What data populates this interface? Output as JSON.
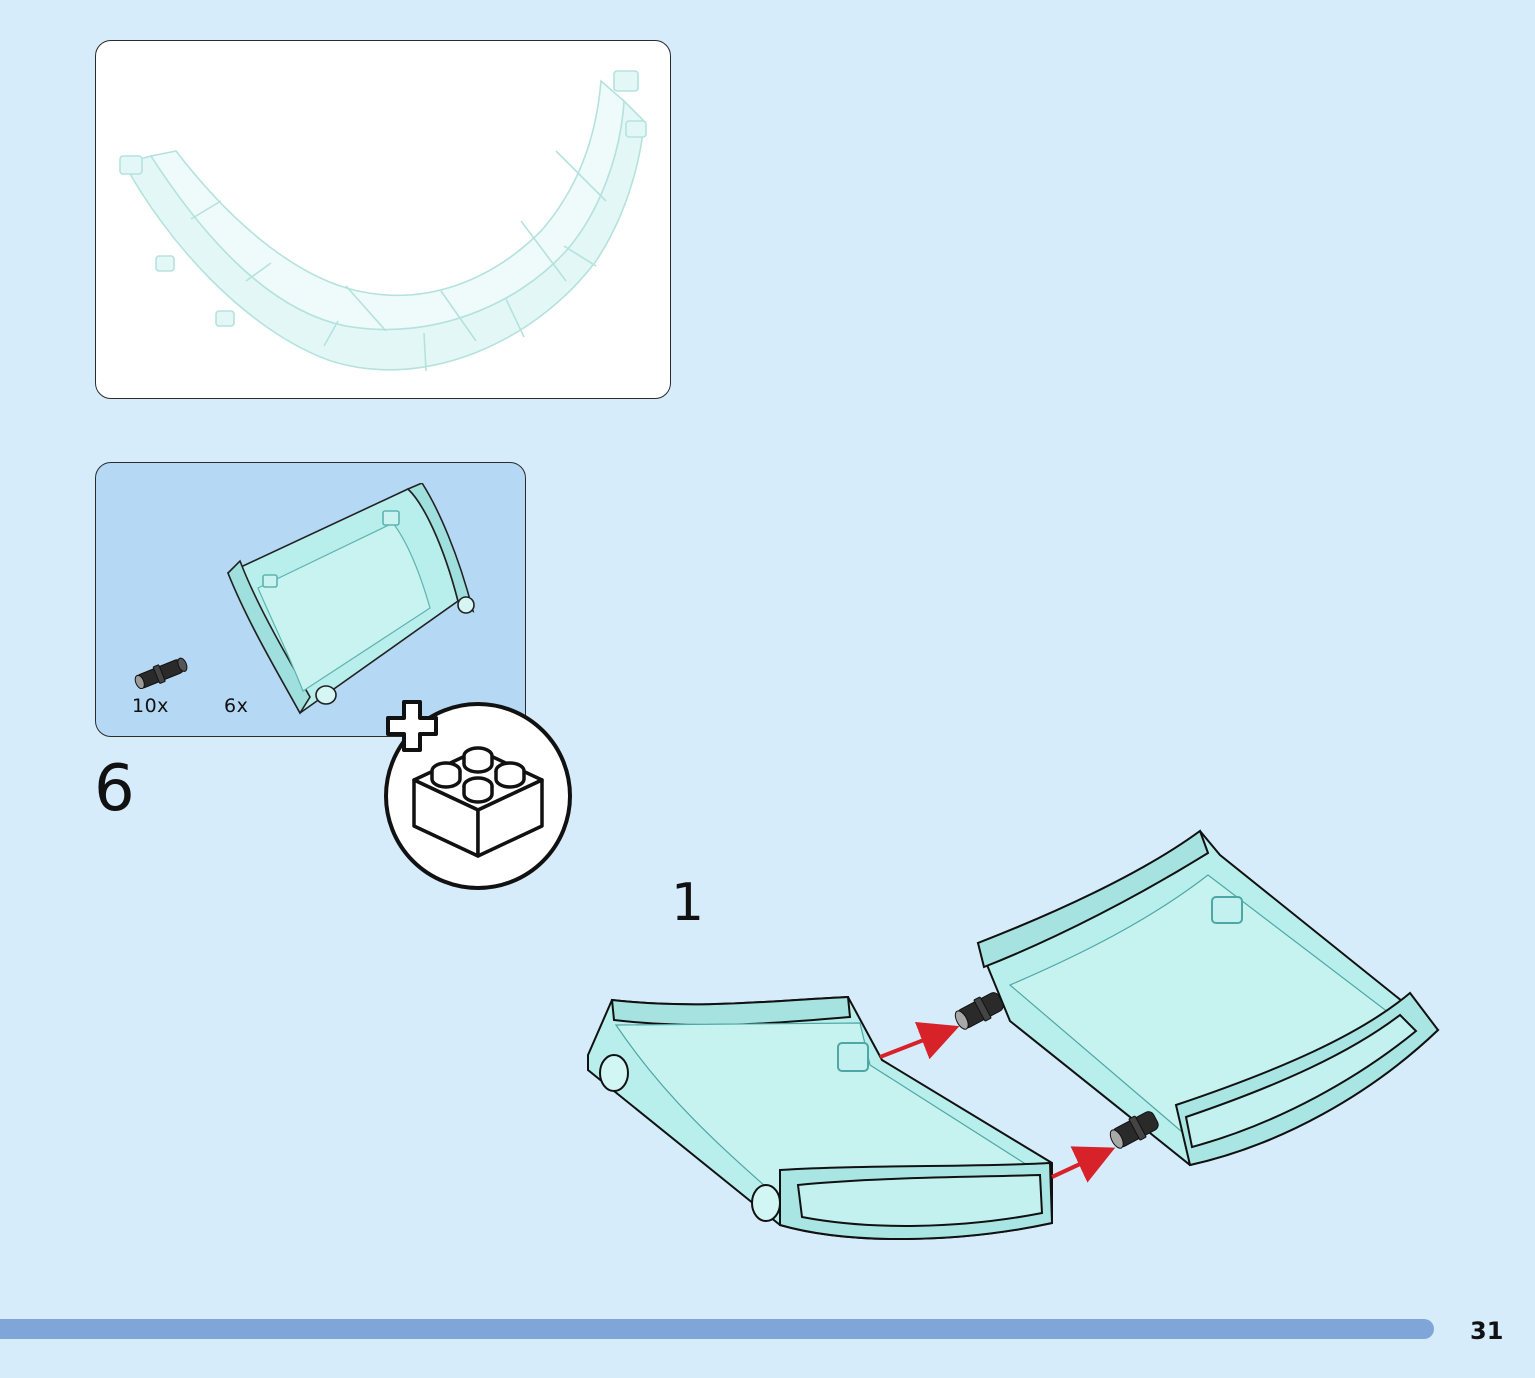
{
  "step": {
    "number": "6",
    "substep": "1"
  },
  "parts": {
    "pin_quantity": "10x",
    "panel_quantity": "6x"
  },
  "icons": {
    "add_brick": "plus-brick-icon"
  },
  "colors": {
    "page_background": "#d6ecfb",
    "parts_box": "#b5d8f5",
    "footer_bar": "#7fa5d9",
    "trans_panel": "#b9ecea",
    "arrow": "#d8222a",
    "pin": "#2a2a2a"
  },
  "page": {
    "number": "31"
  }
}
